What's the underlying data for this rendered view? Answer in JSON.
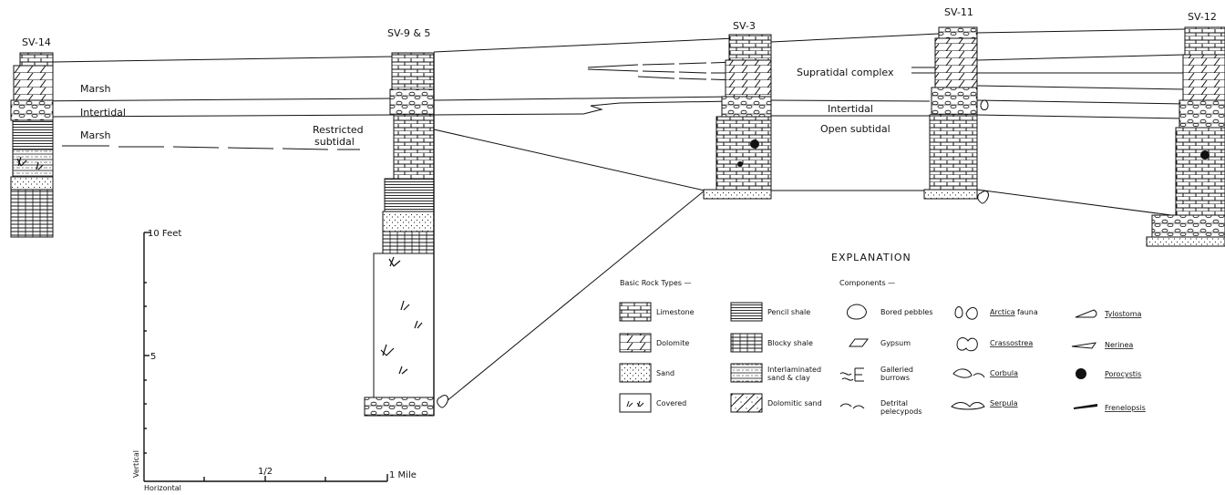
{
  "sections": [
    {
      "id": "sv14",
      "label": "SV-14"
    },
    {
      "id": "sv9",
      "label": "SV-9 & 5"
    },
    {
      "id": "sv3",
      "label": "SV-3"
    },
    {
      "id": "sv11",
      "label": "SV-11"
    },
    {
      "id": "sv12",
      "label": "SV-12"
    }
  ],
  "environments": {
    "marsh_upper": "Marsh",
    "intertidal_left": "Intertidal",
    "marsh_lower": "Marsh",
    "restricted_1": "Restricted",
    "restricted_2": "subtidal",
    "supratidal": "Supratidal complex",
    "intertidal_right": "Intertidal",
    "open_subtidal": "Open subtidal"
  },
  "scale": {
    "vertical_top": "10 Feet",
    "vertical_mid": "5",
    "vertical_axis": "Vertical",
    "horizontal_mid": "1/2",
    "horizontal_end": "1 Mile",
    "horizontal_axis": "Horizontal"
  },
  "explanation": {
    "title": "EXPLANATION",
    "rock_types_header": "Basic Rock Types —",
    "components_header": "Components —",
    "rock_types": [
      {
        "label": "Limestone"
      },
      {
        "label": "Dolomite"
      },
      {
        "label": "Sand"
      },
      {
        "label": "Covered"
      },
      {
        "label": "Pencil shale"
      },
      {
        "label": "Blocky shale"
      },
      {
        "label": "Interlaminated",
        "label2": "sand & clay"
      },
      {
        "label": "Dolomitic sand"
      }
    ],
    "components": [
      {
        "label": "Bored pebbles"
      },
      {
        "label": "Gypsum"
      },
      {
        "label": "Galleried",
        "label2": "burrows"
      },
      {
        "label": "Detrital",
        "label2": "pelecypods"
      },
      {
        "label": "Arctica",
        "label2": "fauna"
      },
      {
        "label": "Crassostrea"
      },
      {
        "label": "Corbula"
      },
      {
        "label": "Serpula"
      },
      {
        "label": "Tylostoma"
      },
      {
        "label": "Nerinea"
      },
      {
        "label": "Porocystis"
      },
      {
        "label": "Frenelopsis"
      }
    ]
  }
}
